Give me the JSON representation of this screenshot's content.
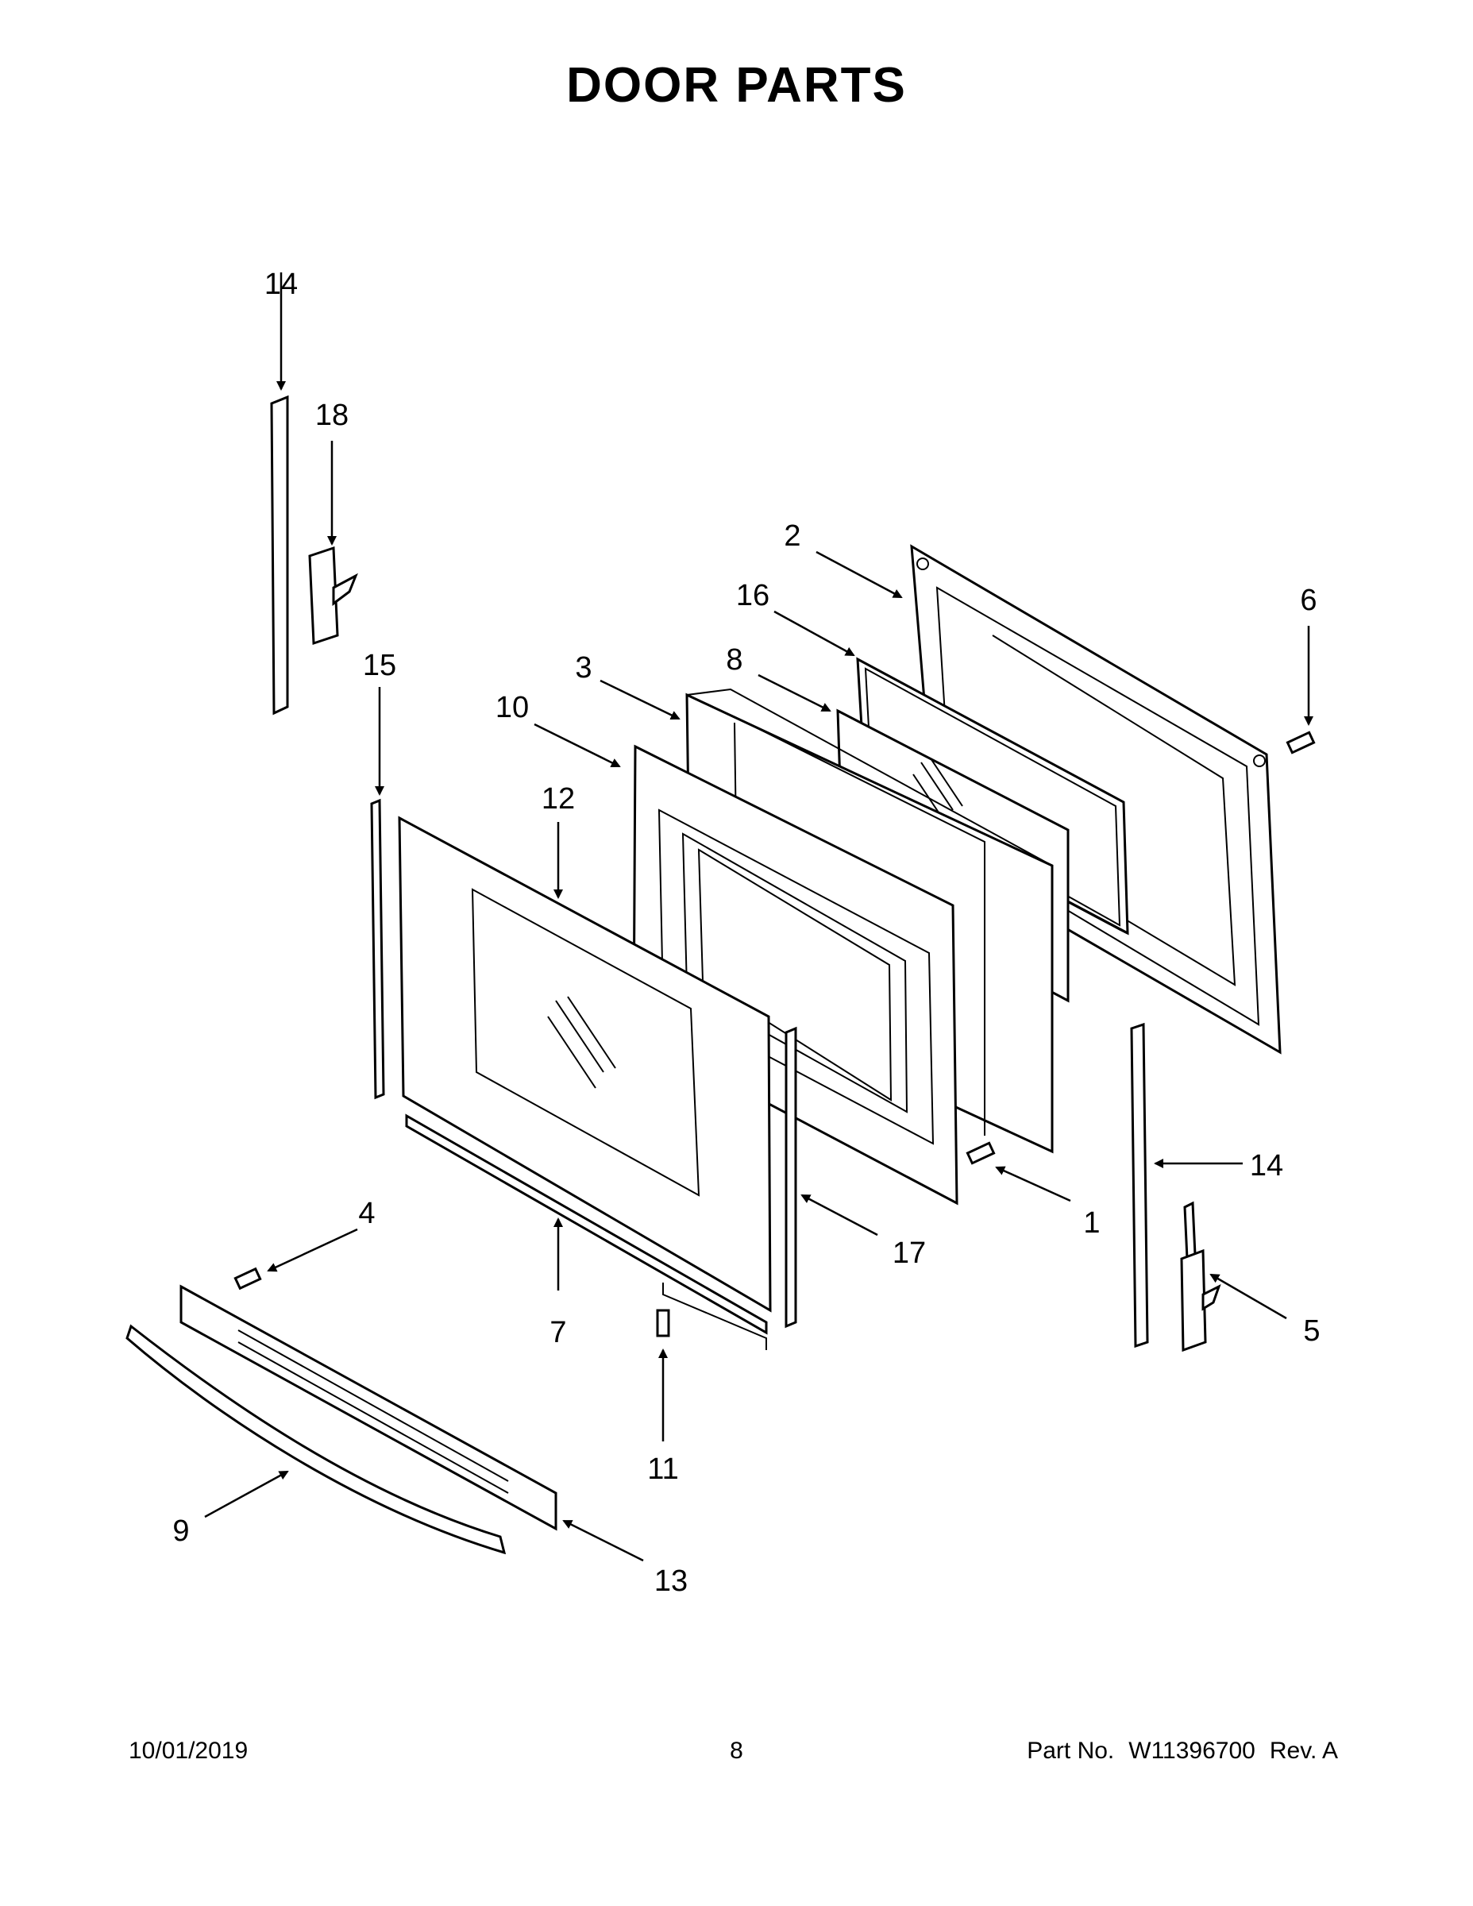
{
  "title": "DOOR PARTS",
  "callouts": {
    "c1": "1",
    "c2": "2",
    "c3": "3",
    "c4": "4",
    "c5": "5",
    "c6": "6",
    "c7": "7",
    "c8": "8",
    "c9": "9",
    "c10": "10",
    "c11": "11",
    "c12": "12",
    "c13": "13",
    "c14a": "14",
    "c14b": "14",
    "c15": "15",
    "c16": "16",
    "c17": "17",
    "c18": "18"
  },
  "footer": {
    "date": "10/01/2019",
    "page": "8",
    "part_label": "Part No.",
    "part_number": "W11396700",
    "rev": "Rev. A"
  }
}
